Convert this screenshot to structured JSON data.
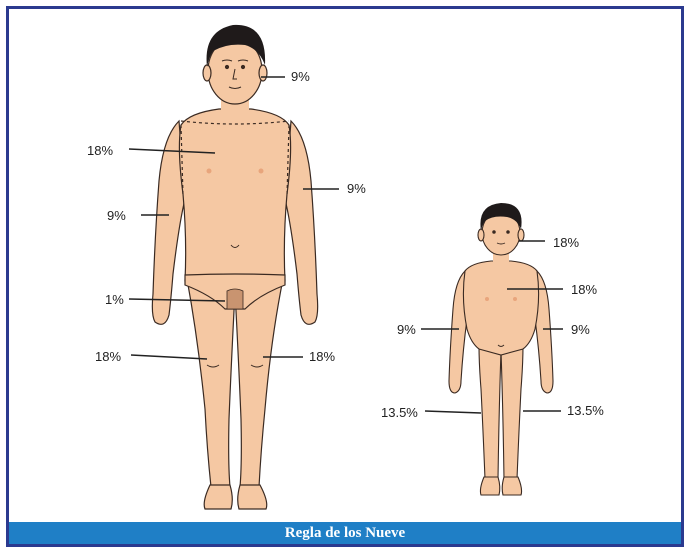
{
  "caption": "Regla de los Nueve",
  "colors": {
    "frame": "#2b3a8f",
    "caption_bg": "#1f7fc6",
    "skin": "#f5c8a3",
    "hair": "#1f1a1a",
    "outline": "#3a2a22"
  },
  "adult": {
    "head": "9%",
    "chest": "18%",
    "right_arm": "9%",
    "left_arm": "9%",
    "genitals": "1%",
    "right_leg": "18%",
    "left_leg": "18%"
  },
  "child": {
    "head": "18%",
    "trunk": "18%",
    "right_arm": "9%",
    "left_arm": "9%",
    "right_leg": "13.5%",
    "left_leg": "13.5%"
  }
}
